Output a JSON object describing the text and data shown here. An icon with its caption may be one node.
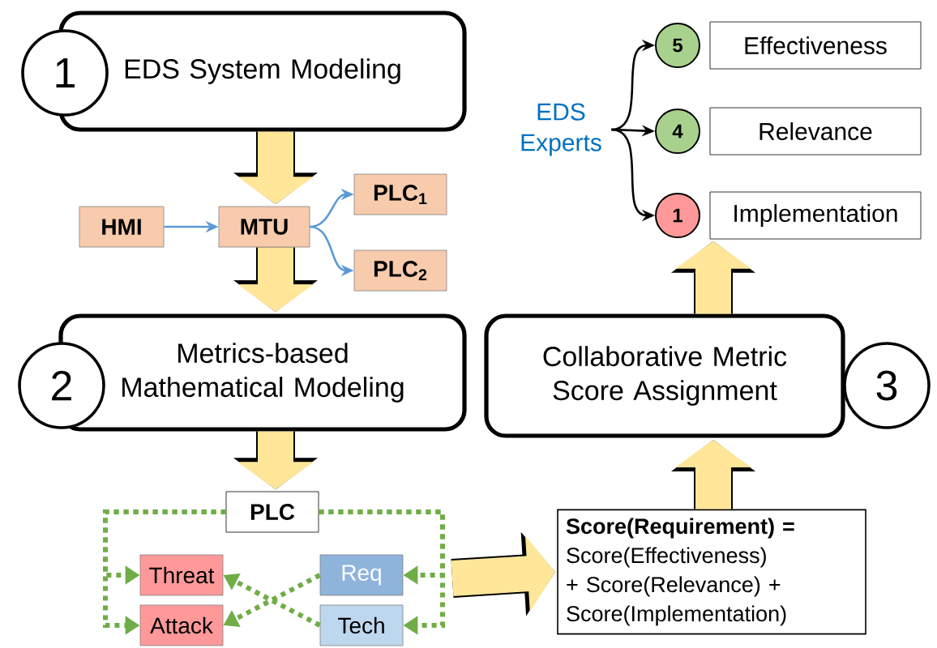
{
  "diagram": {
    "nodes": [
      {
        "text": [
          "1"
        ]
      },
      {
        "text": [
          "EDS System Modeling"
        ]
      },
      {
        "text": [
          "HMI"
        ]
      },
      {
        "text": [
          "MTU"
        ]
      },
      {
        "text": [
          "PLC$_{1}$"
        ]
      },
      {
        "text": [
          "PLC$_{2}$"
        ]
      },
      {
        "text": [
          "2"
        ]
      },
      {
        "text": [
          "Metrics-based Mathematical Modeling"
        ]
      },
      {
        "text": [
          "PLC"
        ]
      },
      {
        "text": [
          "Threat"
        ]
      },
      {
        "text": [
          "Attack"
        ]
      },
      {
        "text": [
          "Req"
        ]
      },
      {
        "text": [
          "Tech"
        ]
      },
      {
        "text": [
          "Score(Requirement) =",
          "Score(Effectiveness) + Score(Relevance) + Score(Implementation)"
        ]
      },
      {
        "text": [
          "Collaborative Metric Score Assignment"
        ]
      },
      {
        "text": [
          "3"
        ]
      },
      {
        "text": [
          "EDS Experts"
        ]
      },
      {
        "text": [
          "5"
        ]
      },
      {
        "text": [
          "Effectiveness"
        ]
      },
      {
        "text": [
          "4"
        ]
      },
      {
        "text": [
          "Relevance"
        ]
      },
      {
        "text": [
          "1"
        ]
      },
      {
        "text": [
          "Implementation"
        ]
      }
    ],
    "edges": [
      {
        "from": 1,
        "to": 3,
        "arrow": "to",
        "style": "thick",
        "color": "#ffe699"
      },
      {
        "from": 2,
        "to": 3,
        "arrow": "to",
        "color": "#5b9bd5"
      },
      {
        "from": 3,
        "to": 4,
        "arrow": "to",
        "color": "#5b9bd5"
      },
      {
        "from": 3,
        "to": 5,
        "arrow": "to",
        "color": "#5b9bd5"
      },
      {
        "from": 3,
        "to": 7,
        "arrow": "to",
        "style": "thick",
        "color": "#ffe699"
      },
      {
        "from": 7,
        "to": 8,
        "arrow": "to",
        "style": "thick",
        "color": "#ffe699"
      },
      {
        "from": 8,
        "to": 9,
        "arrow": "to",
        "style": "dashed",
        "color": "#70ad47"
      },
      {
        "from": 8,
        "to": 10,
        "arrow": "to",
        "style": "dashed",
        "color": "#70ad47"
      },
      {
        "from": 8,
        "to": 11,
        "arrow": "to",
        "style": "dashed",
        "color": "#70ad47"
      },
      {
        "from": 8,
        "to": 12,
        "arrow": "to",
        "style": "dashed",
        "color": "#70ad47"
      },
      {
        "from": 12,
        "to": 9,
        "arrow": "to",
        "style": "dashed",
        "color": "#70ad47"
      },
      {
        "from": 11,
        "to": 10,
        "arrow": "to",
        "style": "dashed",
        "color": "#70ad47"
      },
      {
        "from": null,
        "to": 13,
        "arrow": "to",
        "style": "thick",
        "color": "#ffe699"
      },
      {
        "from": 13,
        "to": 14,
        "arrow": "to",
        "style": "thick",
        "color": "#ffe699"
      },
      {
        "from": 14,
        "to": 22,
        "arrow": "to",
        "style": "thick",
        "color": "#ffe699"
      },
      {
        "from": 16,
        "to": 17,
        "arrow": "to",
        "color": "#000000"
      },
      {
        "from": 16,
        "to": 19,
        "arrow": "to",
        "color": "#000000"
      },
      {
        "from": 16,
        "to": 21,
        "arrow": "to",
        "color": "#000000"
      }
    ]
  }
}
